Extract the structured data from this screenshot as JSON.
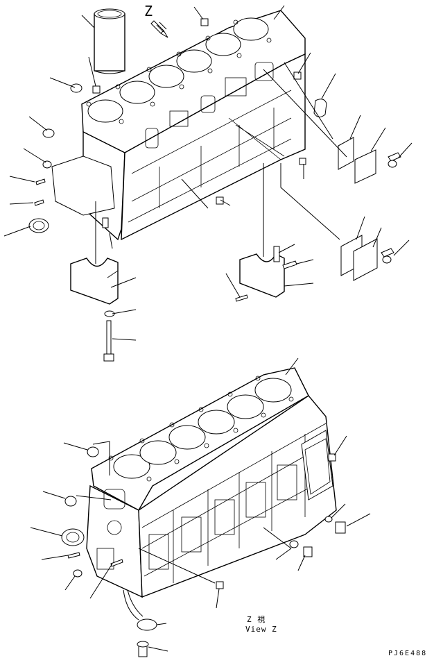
{
  "view_marker_letter": "Z",
  "view_caption": {
    "line1": "Z  視",
    "line2": "View Z"
  },
  "drawing_code": "PJ6E488"
}
